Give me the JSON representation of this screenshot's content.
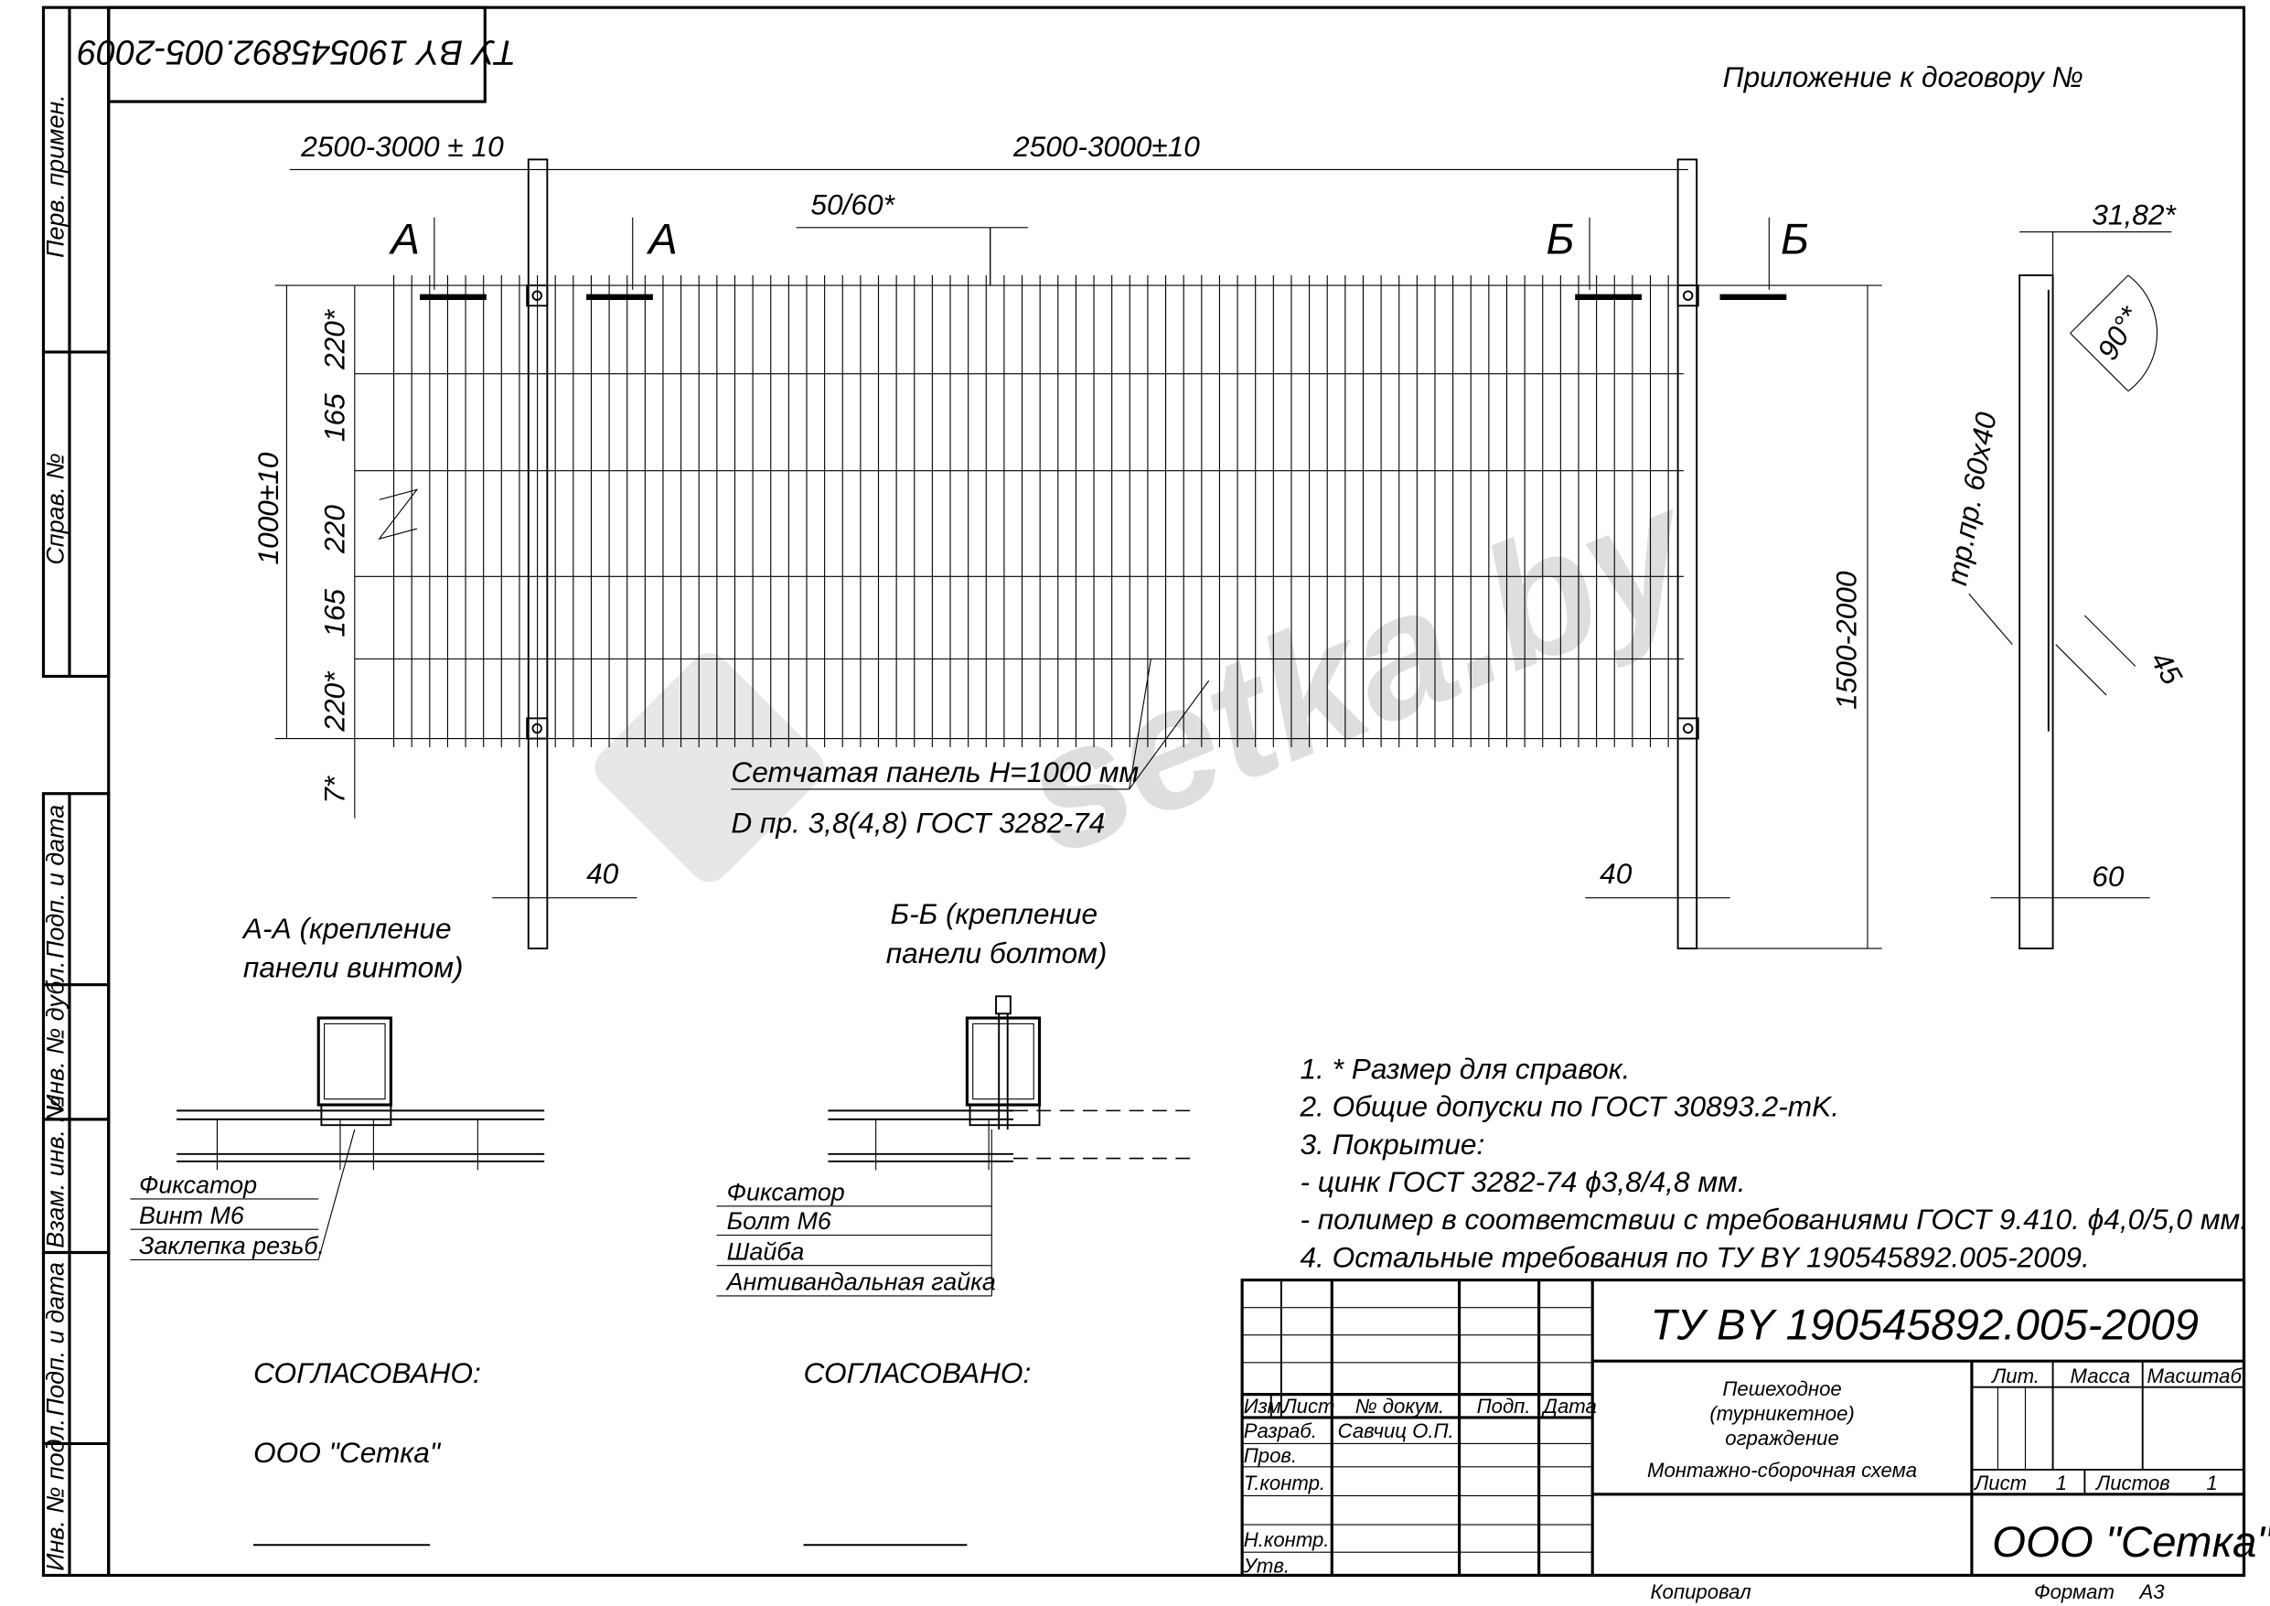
{
  "stamp_top": "ТУ BY 190545892.005-2009",
  "appendix": "Приложение к договору №",
  "side_strip": {
    "perv_primen": "Перв. примен.",
    "sprav_no": "Справ. №",
    "podp_data_1": "Подп. и дата",
    "inv_dubl": "Инв. № дубл.",
    "vzam_inv": "Взам. инв. №",
    "podp_data_2": "Подп. и дата",
    "inv_podl": "Инв. № подл."
  },
  "dimensions": {
    "left_span": "2500-3000 ± 10",
    "main_span": "2500-3000±10",
    "mesh_step": "50/60*",
    "height_panel": "1000±10",
    "seg_220_top": "220*",
    "seg_165_a": "165",
    "seg_220_mid": "220",
    "seg_165_b": "165",
    "seg_220_bot": "220*",
    "gap_7": "7*",
    "post_height": "1500-2000",
    "post_left_40": "40",
    "post_right_40": "40",
    "side_offset": "31,82*",
    "side_angle": "90°*",
    "side_45": "45",
    "side_60": "60",
    "side_pipe": "тр.пр. 60х40"
  },
  "section_marks": {
    "a_left": "А",
    "a_right": "А",
    "b_left": "Б",
    "b_right": "Б"
  },
  "panel_label": {
    "line1": "Сетчатая панель Н=1000 мм",
    "line2": "D пр. 3,8(4,8) ГОСТ 3282-74"
  },
  "section_aa": {
    "title1": "А-А (крепление",
    "title2": "панели винтом)",
    "parts": [
      "Фиксатор",
      "Винт М6",
      "Заклепка резьб."
    ]
  },
  "section_bb": {
    "title1": "Б-Б (крепление",
    "title2": "панели болтом)",
    "parts": [
      "Фиксатор",
      "Болт М6",
      "Шайба",
      "Антивандальная гайка"
    ]
  },
  "notes": [
    "1. * Размер для справок.",
    "2. Общие допуски по ГОСТ 30893.2-mK.",
    "3. Покрытие:",
    "- цинк ГОСТ 3282-74 ϕ3,8/4,8 мм.",
    "- полимер в соответствии с требованиями ГОСТ 9.410. ϕ4,0/5,0 мм.",
    "4. Остальные требования по ТУ BY 190545892.005-2009."
  ],
  "approvals": {
    "left_label": "СОГЛАСОВАНО:",
    "left_org": "ООО \"Сетка\"",
    "right_label": "СОГЛАСОВАНО:"
  },
  "title_block": {
    "designation": "ТУ BY 190545892.005-2009",
    "name_lines": [
      "Пешеходное",
      "(турникетное)",
      "ограждение",
      "Монтажно-сборочная схема"
    ],
    "headers": {
      "izm": "Изм.",
      "list": "Лист",
      "doc_no": "№ докум.",
      "podp": "Подп.",
      "data": "Дата"
    },
    "roles": {
      "razrab": "Разраб.",
      "prov": "Пров.",
      "tkontr": "Т.контр.",
      "nkontr": "Н.контр.",
      "utv": "Утв."
    },
    "developer": "Савчиц О.П.",
    "lit": "Лит.",
    "massa": "Масса",
    "masshtab": "Масштаб",
    "sheet_label": "Лист",
    "sheet_value": "1",
    "sheets_label": "Листов",
    "sheets_value": "1",
    "organization": "ООО \"Сетка\"",
    "copied": "Копировал",
    "format_label": "Формат",
    "format_value": "А3"
  },
  "watermark": "setka.by"
}
